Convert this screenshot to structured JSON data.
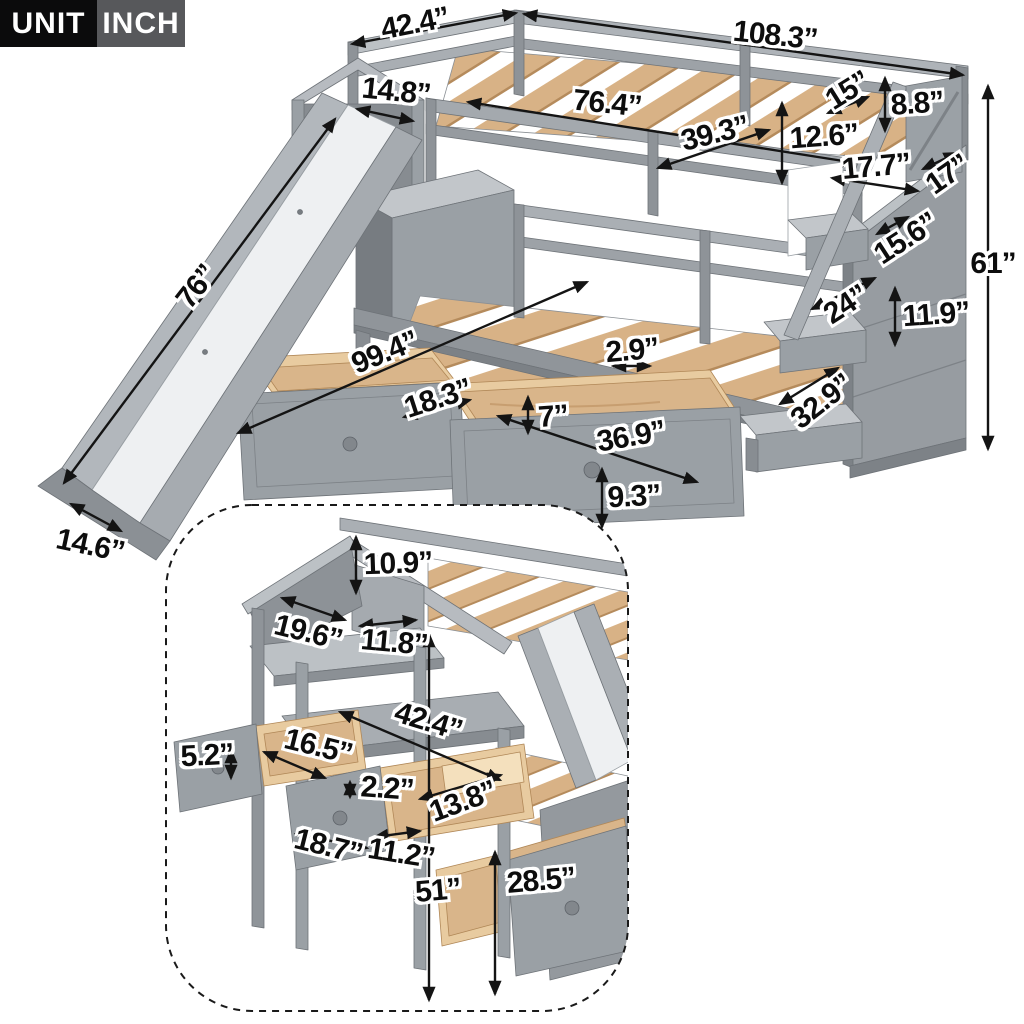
{
  "badge": {
    "unit": "UNIT",
    "inch": "INCH"
  },
  "main": {
    "name": "bunk-bed-with-slide-staircase-overview",
    "dims": [
      {
        "label": "42.4”"
      },
      {
        "label": "108.3”"
      },
      {
        "label": "14.8”"
      },
      {
        "label": "76.4”"
      },
      {
        "label": "15”"
      },
      {
        "label": "8.8”"
      },
      {
        "label": "39.3”"
      },
      {
        "label": "12.6”"
      },
      {
        "label": "17.7”"
      },
      {
        "label": "17”"
      },
      {
        "label": "15.6”"
      },
      {
        "label": "61”"
      },
      {
        "label": "24”"
      },
      {
        "label": "11.9”"
      },
      {
        "label": "76”"
      },
      {
        "label": "99.4”"
      },
      {
        "label": "2.9”"
      },
      {
        "label": "18.3”"
      },
      {
        "label": "7”"
      },
      {
        "label": "36.9”"
      },
      {
        "label": "32.9”"
      },
      {
        "label": "9.3”"
      },
      {
        "label": "14.6”"
      }
    ]
  },
  "inset": {
    "name": "desk-storage-detail-view",
    "dims": [
      {
        "label": "10.9”"
      },
      {
        "label": "19.6”"
      },
      {
        "label": "11.8”"
      },
      {
        "label": "42.4”"
      },
      {
        "label": "16.5”"
      },
      {
        "label": "5.2”"
      },
      {
        "label": "2.2”"
      },
      {
        "label": "13.8”"
      },
      {
        "label": "18.7”"
      },
      {
        "label": "11.2”"
      },
      {
        "label": "51”"
      },
      {
        "label": "28.5”"
      }
    ]
  },
  "colors": {
    "frame_gray": "#9aa0a5",
    "frame_dark": "#7d8287",
    "frame_light": "#c2c6ca",
    "slat_wood": "#d8b286",
    "drawer_wood": "#e8cba0",
    "slide_surface": "#eef0f2",
    "arrow": "#141414",
    "badge_unit_bg": "#0b0b0c",
    "badge_inch_bg": "#57585b"
  }
}
